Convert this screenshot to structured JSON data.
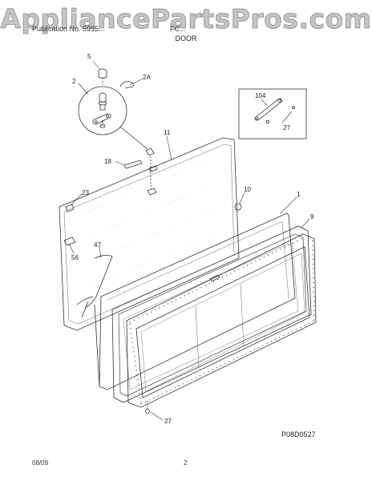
{
  "watermark": "AppliancePartsPros.com",
  "header": {
    "left": "Publication No. 5995...",
    "right": "FC...",
    "section": "DOOR"
  },
  "callouts": {
    "c5": "5",
    "c2": "2",
    "c2a": "2A",
    "c11": "11",
    "c18": "18",
    "c23": "23",
    "c10": "10",
    "c1": "1",
    "c9": "9",
    "c47": "47",
    "c56": "56",
    "c27b": "27",
    "c104": "104",
    "c27a": "27"
  },
  "figure_code": "P08D0527",
  "footer": {
    "date": "08/09",
    "page": "2"
  }
}
